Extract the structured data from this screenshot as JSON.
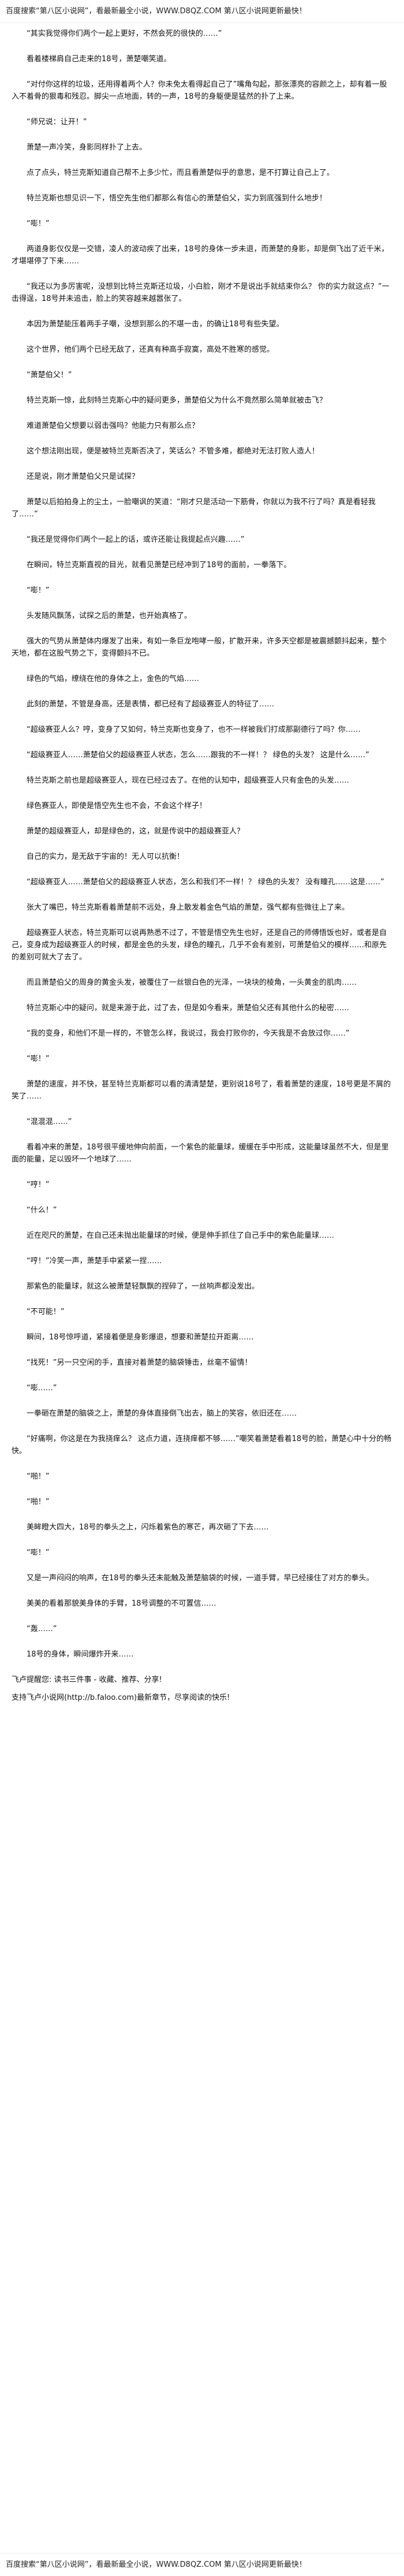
{
  "banner_top": "百度搜索“第八区小说网”，看最新最全小说，WWW.D8QZ.COM 第八区小说网更新最快！",
  "paragraphs": [
    "“其实我觉得你们两个一起上更好，不然会死的很快的……”",
    "看着楼梯肩自己走来的18号，萧楚嘲笑道。",
    "“对付你这样的垃圾，还用得着两个人？你未免太看得起自己了”嘴角勾起，那张漂亮的容颜之上，却有着一股入不着骨的狠毒和残忍。脚尖一点地面，转的一声，18号的身躯便是猛然的扑了上来。",
    "“师兄说：让开！”",
    "萧楚一声冷笑，身影同样扑了上去。",
    "点了点头，特兰克斯知道自己帮不上多少忙，而且看萧楚似乎的意思，是不打算让自己上了。",
    "特兰克斯也想见识一下，悟空先生他们都那么有信心的萧楚伯父，实力到底强到什么地步！",
    "“嘭！”",
    "两道身影仅仅是一交错，凌人的波动疾了出来，18号的身体一步未退，而萧楚的身影，却是倒飞出了近千米，才堪堪停了下来……",
    "“我还以为多厉害呢，没想到比特兰克斯还垃圾，小白脸，刚才不是说出手就结束你么？ 你的实力就这点？”一击得逞，18号并未追击，脸上的笑容越来越嚣张了。",
    "本因为萧楚能压着两手子嘲，没想到那么的不堪一击，的确让18号有些失望。",
    "这个世界，他们两个已经无敌了，还真有种高手寂寞，高处不胜寒的感觉。",
    "“萧楚伯父！”",
    "特兰克斯一惊，此刻特兰克斯心中的疑问更多，萧楚伯父为什么不竟然那么简单就被击飞？",
    "难道萧楚伯父想要以弱击强吗？他能力只有那么点？",
    "这个想法刚出现，便是被特兰克斯否决了，笑话么？不管多难，都绝对无法打败人造人！",
    "还是说，刚才萧楚伯父只是试探？",
    "萧楚以后拍拍身上的尘土，一脸嘲讽的笑道：“刚才只是活动一下筋骨，你就以为我不行了吗？真是看轻我了……”",
    "“我还是觉得你们两个一起上的话，或许还能让我提起点兴趣……”",
    "在瞬间，特兰克斯直视的目光，就看见萧楚已经冲到了18号的面前，一拳落下。",
    "“嘭！”",
    "头发随风飘荡，试探之后的萧楚，也开始真格了。",
    "强大的气势从萧楚体内爆发了出来，有如一条巨龙咆哮一般，扩散开来，许多天空都是被震撼颤抖起来，整个天地，都在这股气势之下，变得颤抖不已。",
    "绿色的气焰，缭绕在他的身体之上，金色的气焰……",
    "此刻的萧楚，不管是身高，还是表情，都已经有了超级赛亚人的特征了……",
    "“超级赛亚人么？哼，变身了又如何，特兰克斯也变身了，也不一样被我们打成那副德行了吗？你……",
    "“超级赛亚人……萧楚伯父的超级赛亚人状态，怎么……跟我的不一样！？ 绿色的头发？ 这是什么……”",
    "特兰克斯之前也是超级赛亚人，现在已经过去了。在他的认知中，超级赛亚人只有金色的头发……",
    "绿色赛亚人，即使是悟空先生也不会，不会这个样子！",
    "萧楚的超级赛亚人，却是绿色的，这，就是传说中的超级赛亚人？",
    "自己的实力，是无敌于宇宙的！无人可以抗衡！",
    "“超级赛亚人……萧楚伯父的超级赛亚人状态，怎么和我们不一样！？ 绿色的头发？ 没有瞳孔……这是……”",
    "张大了嘴巴，特兰克斯看着萧楚前不远处，身上散发着金色气焰的萧楚，强气都有些微往上了来。",
    "超级赛亚人状态，特兰克斯可以说再熟悉不过了，不管是悟空先生也好，还是自己的师傅悟饭也好，或者是自己，变身成为超级赛亚人的时候，都是金色的头发，绿色的瞳孔，几乎不会有差别，可萧楚伯父的模样……和原先的差别可就大了去了。",
    "而且萧楚伯父的周身的黄金头发，被覆住了一丝银白色的光泽，一块块的棱角，一头黄金的肌肉……",
    "特兰克斯心中的疑问，就是来源于此，过了去，但是如今看来，萧楚伯父还有其他什么的秘密……",
    "“我的变身，和他们不是一样的，不管怎么样，我说过，我会打败你的，今天我是不会放过你……”",
    "“嘭！”",
    "萧楚的速度，并不快，甚至特兰克斯都可以看的清清楚楚，更别说18号了，看着萧楚的速度，18号更是不屑的笑了……",
    "“混混混……”",
    "看着冲来的萧楚，18号很平缓地伸向前面，一个紫色的能量球，缓缓在手中形成，这能量球虽然不大，但是里面的能量，足以毁坏一个地球了……",
    "“哼！”",
    "“什么！”",
    "近在咫尺的萧楚，在自己还未抛出能量球的时候，便是伸手抓住了自己手中的紫色能量球……",
    "“哼！”冷笑一声，萧楚手中紧紧一捏……",
    "那紫色的能量球，就这么被萧楚轻飘飘的捏碎了，一丝响声都没发出。",
    "“不可能！”",
    "瞬间，18号惊呼道，紧接着便是身影爆退，想要和萧楚拉开距离……",
    "“找死！”另一只空闲的手，直接对着萧楚的脑袋锤击，丝毫不留情！",
    "“嘭……”",
    "一拳砸在萧楚的脑袋之上，萧楚的身体直接倒飞出去，脑上的笑容，依旧还在……",
    "“好痛啊，你这是在为我挠痒么？ 这点力道，连挠痒都不够……”嘲笑着萧楚看着18号的脸，萧楚心中十分的畅快。",
    "“啪！”",
    "“啪！”",
    "美眸瞪大四大，18号的拳头之上，闪烁着紫色的寒芒，再次砸了下去……",
    "“嘭！”",
    "又是一声闷闷的响声，在18号的拳头还未能触及萧楚脑袋的时候，一道手臂，早已经接住了对方的拳头。",
    "美美的看着那貌美身体的手臂，18号调整的不可置信……",
    "“轰……”",
    "18号的身体，瞬间爆炸开来……"
  ],
  "footer_lines": [
    "飞卢提醒您: 读书三件事 - 收藏、推荐、分享!",
    "支持飞卢小说网(http://b.faloo.com)最新章节，尽享阅读的快乐!"
  ],
  "banner_bottom": "百度搜索“第八区小说网”，看最新最全小说，WWW.D8QZ.COM 第八区小说网更新最快！"
}
